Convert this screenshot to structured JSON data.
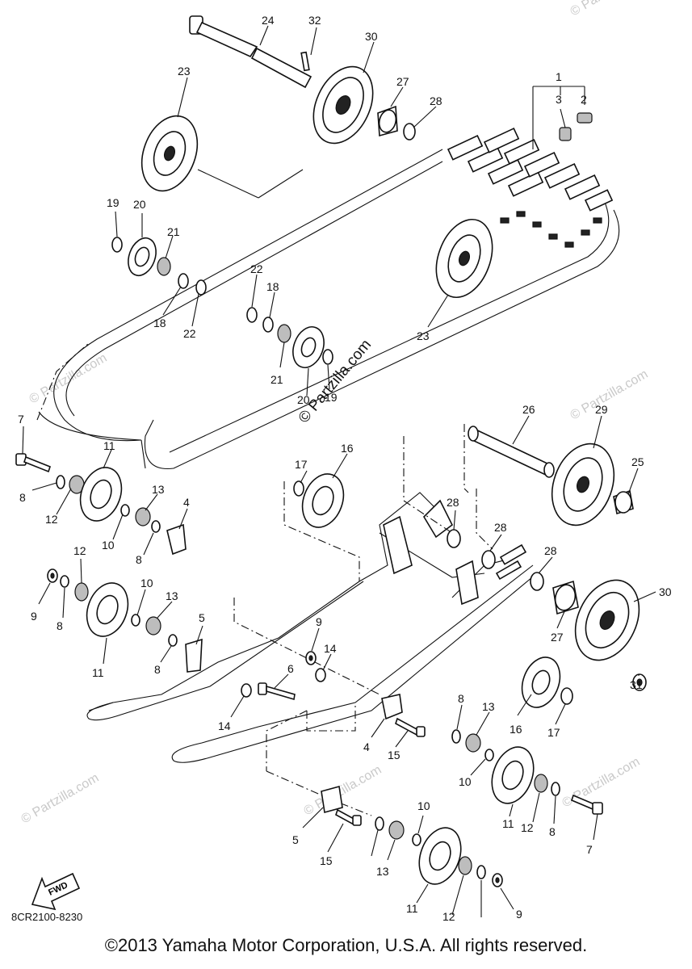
{
  "copyright": "©2013 Yamaha Motor Corporation, U.S.A. All rights reserved.",
  "diagram_code": "8CR2100-8230",
  "fwd_label": "FWD",
  "watermark": "© Partzilla.com",
  "faint_watermark": "© Partzilla.com",
  "callouts": [
    "1",
    "2",
    "3",
    "4",
    "4",
    "5",
    "5",
    "6",
    "7",
    "7",
    "8",
    "8",
    "8",
    "8",
    "8",
    "8",
    "9",
    "9",
    "9",
    "10",
    "10",
    "10",
    "10",
    "11",
    "11",
    "11",
    "11",
    "12",
    "12",
    "12",
    "12",
    "13",
    "13",
    "13",
    "13",
    "14",
    "14",
    "15",
    "15",
    "16",
    "16",
    "17",
    "17",
    "18",
    "18",
    "19",
    "19",
    "20",
    "20",
    "21",
    "21",
    "22",
    "22",
    "23",
    "23",
    "24",
    "25",
    "26",
    "27",
    "27",
    "28",
    "28",
    "28",
    "28",
    "29",
    "30",
    "30",
    "31",
    "32"
  ]
}
